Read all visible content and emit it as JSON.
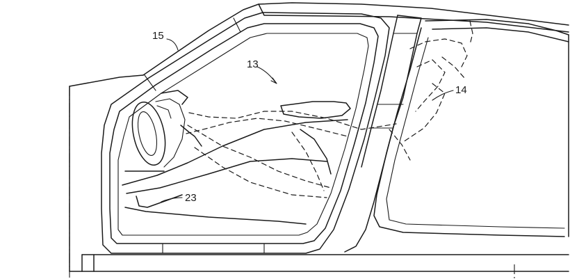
{
  "figure": {
    "labels": {
      "door_frame": "15",
      "cabin": "13",
      "rear_occupant": "14",
      "hand_rest": "23"
    }
  }
}
